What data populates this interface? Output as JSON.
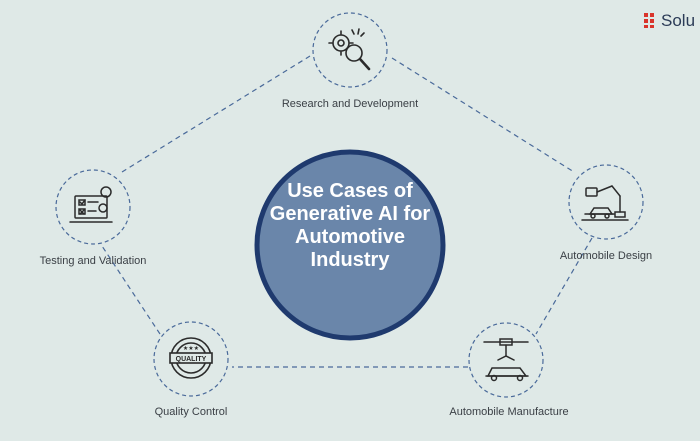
{
  "center": {
    "lines": [
      "Use Cases of",
      "Generative AI for",
      "Automotive",
      "Industry"
    ],
    "fill_color": "#6a86aa",
    "ring_color": "#1f3a6e"
  },
  "nodes": [
    {
      "id": "research",
      "label": "Research and Development",
      "icon": "gears-magnifier-icon"
    },
    {
      "id": "design",
      "label": "Automobile Design",
      "icon": "robot-arm-car-icon"
    },
    {
      "id": "manufacture",
      "label": "Automobile Manufacture",
      "icon": "assembly-line-car-icon"
    },
    {
      "id": "quality",
      "label": "Quality Control",
      "icon": "quality-badge-icon"
    },
    {
      "id": "testing",
      "label": "Testing and Validation",
      "icon": "checklist-laptop-icon"
    }
  ],
  "brand": {
    "name": "Solu",
    "logo_color": "#d9342b"
  },
  "colors": {
    "background": "#dfe9e7",
    "dashed_line": "#4a6a9a",
    "icon": "#2b2b2b"
  }
}
